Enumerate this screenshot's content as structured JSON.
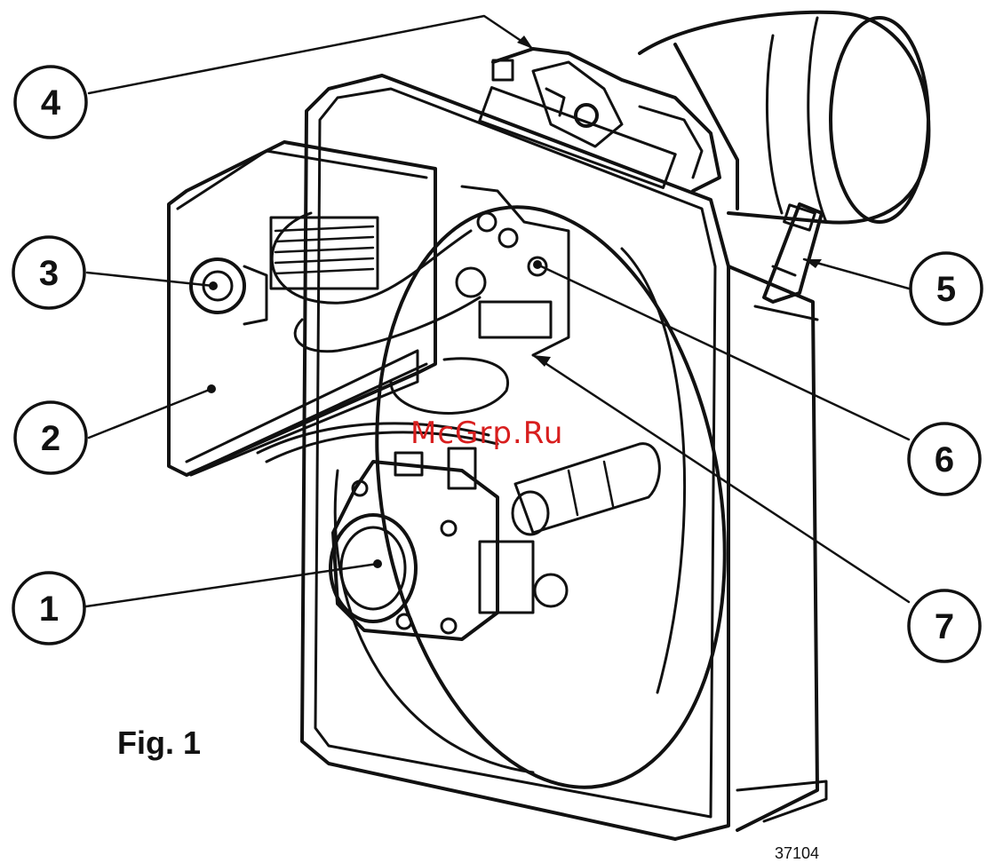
{
  "figure": {
    "caption": "Fig. 1",
    "watermark": "McGrp.Ru",
    "drawing_code": "37104"
  },
  "callouts": [
    {
      "label": "1"
    },
    {
      "label": "2"
    },
    {
      "label": "3"
    },
    {
      "label": "4"
    },
    {
      "label": "5"
    },
    {
      "label": "6"
    },
    {
      "label": "7"
    }
  ]
}
